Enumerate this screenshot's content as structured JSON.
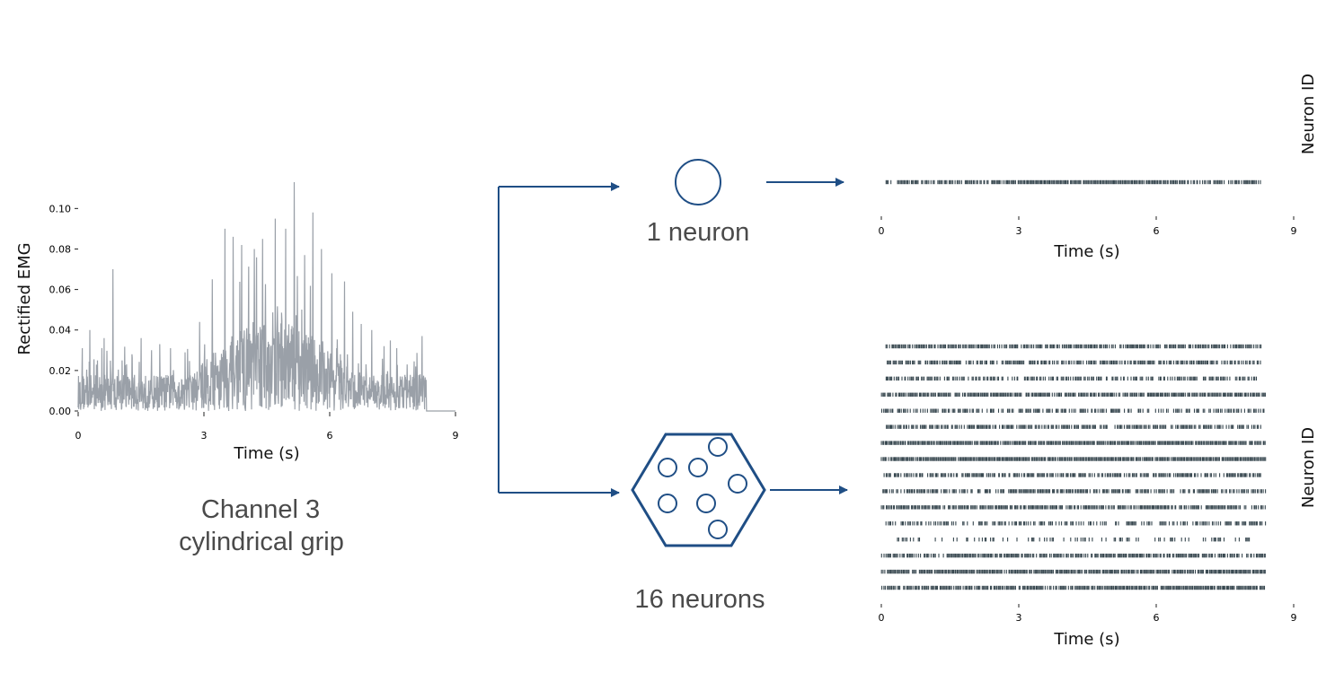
{
  "caption": {
    "line1": "Channel 3",
    "line2": "cylindrical grip"
  },
  "single_label": "1 neuron",
  "population_label": "16 neurons",
  "colors": {
    "emg": "#9aa0a8",
    "spikes": "#37474f",
    "arrow": "#1f4e85",
    "caption": "#4a4a4a"
  },
  "chart_data": [
    {
      "type": "line",
      "xlabel": "Time (s)",
      "ylabel": "Rectified EMG",
      "x_ticks": [
        "0",
        "3",
        "6",
        "9"
      ],
      "y_ticks": [
        "0.00",
        "0.02",
        "0.04",
        "0.06",
        "0.08",
        "0.10"
      ],
      "xlim": [
        0,
        9
      ],
      "ylim": [
        0,
        0.113
      ],
      "signal_end": 8.3,
      "peaks": [
        {
          "t": 0.1,
          "v": 0.031
        },
        {
          "t": 0.28,
          "v": 0.04
        },
        {
          "t": 0.46,
          "v": 0.025
        },
        {
          "t": 0.62,
          "v": 0.036
        },
        {
          "t": 0.82,
          "v": 0.022
        },
        {
          "t": 0.83,
          "v": 0.07
        },
        {
          "t": 1.05,
          "v": 0.025
        },
        {
          "t": 1.28,
          "v": 0.028
        },
        {
          "t": 1.5,
          "v": 0.036
        },
        {
          "t": 1.75,
          "v": 0.03
        },
        {
          "t": 1.95,
          "v": 0.033
        },
        {
          "t": 2.2,
          "v": 0.031
        },
        {
          "t": 2.55,
          "v": 0.029
        },
        {
          "t": 2.9,
          "v": 0.044
        },
        {
          "t": 3.2,
          "v": 0.065
        },
        {
          "t": 3.5,
          "v": 0.09
        },
        {
          "t": 3.7,
          "v": 0.086
        },
        {
          "t": 3.9,
          "v": 0.082
        },
        {
          "t": 4.2,
          "v": 0.08
        },
        {
          "t": 4.4,
          "v": 0.085
        },
        {
          "t": 4.7,
          "v": 0.095
        },
        {
          "t": 4.95,
          "v": 0.09
        },
        {
          "t": 5.15,
          "v": 0.113
        },
        {
          "t": 5.4,
          "v": 0.077
        },
        {
          "t": 5.6,
          "v": 0.098
        },
        {
          "t": 5.8,
          "v": 0.08
        },
        {
          "t": 6.05,
          "v": 0.068
        },
        {
          "t": 6.35,
          "v": 0.064
        },
        {
          "t": 6.55,
          "v": 0.049
        },
        {
          "t": 6.75,
          "v": 0.043
        },
        {
          "t": 7.0,
          "v": 0.04
        },
        {
          "t": 7.3,
          "v": 0.032
        },
        {
          "t": 7.6,
          "v": 0.031
        },
        {
          "t": 7.85,
          "v": 0.023
        },
        {
          "t": 8.05,
          "v": 0.022
        },
        {
          "t": 8.2,
          "v": 0.037
        }
      ]
    },
    {
      "type": "scatter",
      "xlabel": "Time (s)",
      "ylabel": "Neuron ID",
      "x_ticks": [
        "0",
        "3",
        "6",
        "9"
      ],
      "xlim": [
        0,
        9
      ],
      "neurons": 1,
      "activity": [
        {
          "start": 0.1,
          "end": 8.3,
          "density": 0.75,
          "burst_start": 2.8,
          "burst_end": 6.2
        }
      ]
    },
    {
      "type": "scatter",
      "xlabel": "Time (s)",
      "ylabel": "Neuron ID",
      "x_ticks": [
        "0",
        "3",
        "6",
        "9"
      ],
      "xlim": [
        0,
        9
      ],
      "neurons": 16,
      "activity": [
        {
          "start": 0.1,
          "end": 8.3,
          "density": 0.82
        },
        {
          "start": 0.1,
          "end": 8.3,
          "density": 0.72
        },
        {
          "start": 0.1,
          "end": 8.3,
          "density": 0.62
        },
        {
          "start": 0.0,
          "end": 8.4,
          "density": 0.86
        },
        {
          "start": 0.0,
          "end": 8.4,
          "density": 0.6
        },
        {
          "start": 0.1,
          "end": 8.3,
          "density": 0.7
        },
        {
          "start": 0.0,
          "end": 8.4,
          "density": 0.93
        },
        {
          "start": 0.0,
          "end": 8.4,
          "density": 0.95
        },
        {
          "start": 0.0,
          "end": 8.3,
          "density": 0.72
        },
        {
          "start": 0.0,
          "end": 8.4,
          "density": 0.74
        },
        {
          "start": 0.0,
          "end": 8.4,
          "density": 0.8
        },
        {
          "start": 0.1,
          "end": 8.4,
          "density": 0.5
        },
        {
          "start": 0.3,
          "end": 8.1,
          "density": 0.28
        },
        {
          "start": 0.0,
          "end": 8.4,
          "density": 0.82
        },
        {
          "start": 0.0,
          "end": 8.4,
          "density": 0.93
        },
        {
          "start": 0.0,
          "end": 8.4,
          "density": 0.9
        }
      ]
    }
  ]
}
